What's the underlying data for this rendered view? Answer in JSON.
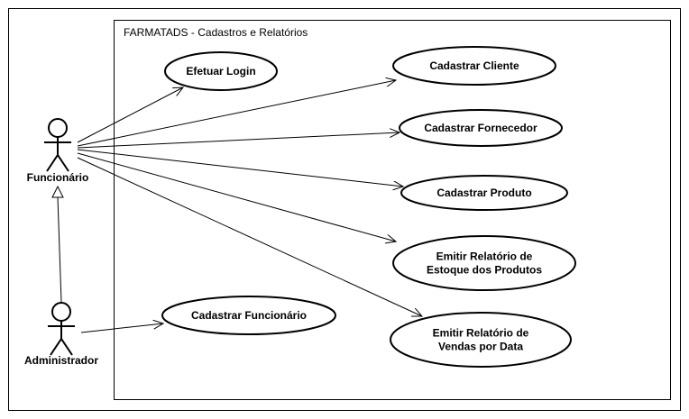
{
  "system_boundary": {
    "title": "FARMATADS - Cadastros e Relatórios"
  },
  "actors": [
    {
      "id": "funcionario",
      "label": "Funcionário"
    },
    {
      "id": "administrador",
      "label": "Administrador"
    }
  ],
  "use_cases": [
    {
      "id": "login",
      "lines": [
        "Efetuar Login"
      ]
    },
    {
      "id": "cliente",
      "lines": [
        "Cadastrar Cliente"
      ]
    },
    {
      "id": "fornecedor",
      "lines": [
        "Cadastrar Fornecedor"
      ]
    },
    {
      "id": "produto",
      "lines": [
        "Cadastrar Produto"
      ]
    },
    {
      "id": "estoque",
      "lines": [
        "Emitir Relatório de",
        "Estoque dos Produtos"
      ]
    },
    {
      "id": "vendas",
      "lines": [
        "Emitir Relatório de",
        "Vendas por Data"
      ]
    },
    {
      "id": "funcionario_uc",
      "lines": [
        "Cadastrar Funcionário"
      ]
    }
  ],
  "associations": [
    {
      "from": "funcionario",
      "to": "login"
    },
    {
      "from": "funcionario",
      "to": "cliente"
    },
    {
      "from": "funcionario",
      "to": "fornecedor"
    },
    {
      "from": "funcionario",
      "to": "produto"
    },
    {
      "from": "funcionario",
      "to": "estoque"
    },
    {
      "from": "funcionario",
      "to": "vendas"
    },
    {
      "from": "administrador",
      "to": "funcionario_uc"
    }
  ],
  "generalizations": [
    {
      "child": "administrador",
      "parent": "funcionario"
    }
  ],
  "colors": {
    "line": "#000000",
    "background": "#ffffff"
  }
}
